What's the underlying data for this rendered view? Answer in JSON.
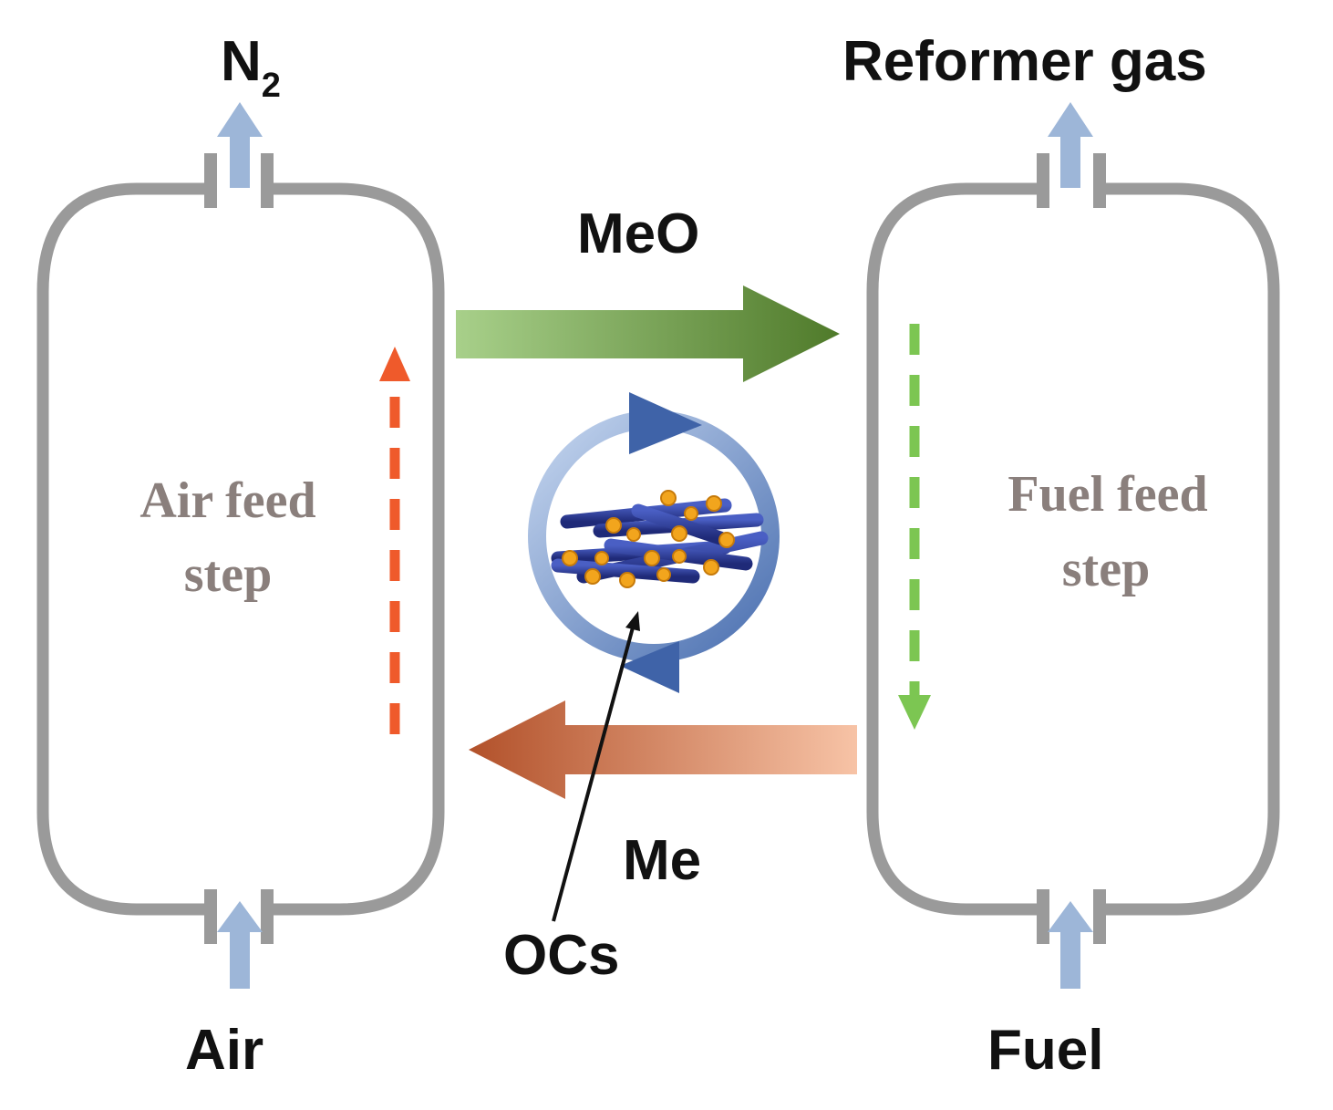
{
  "labels": {
    "n2_main": "N",
    "n2_sub": "2",
    "reformer_gas": "Reformer gas",
    "meo": "MeO",
    "me": "Me",
    "ocs": "OCs",
    "air": "Air",
    "fuel": "Fuel",
    "air_step_line1": "Air feed",
    "air_step_line2": "step",
    "fuel_step_line1": "Fuel feed",
    "fuel_step_line2": "step"
  },
  "colors": {
    "reactor_wall": "#9a9a9a",
    "port_arrow": "#9db6d8",
    "meo_arrow_light": "#a8d08a",
    "meo_arrow_dark": "#4f7a2a",
    "me_arrow_light": "#f7c3a6",
    "me_arrow_dark": "#b2512a",
    "air_flow_dash": "#ef5a2b",
    "fuel_flow_dash": "#7cc652",
    "cycle_ring": "#5f86c4",
    "rod": "#2b3b9a",
    "particle": "#f2a51d",
    "text_dark": "#111111",
    "text_step": "#8a7f7c"
  },
  "icons": {
    "cycle": "circular-cycle-arrows",
    "particles": "oxygen-carrier-rods-with-particles"
  }
}
